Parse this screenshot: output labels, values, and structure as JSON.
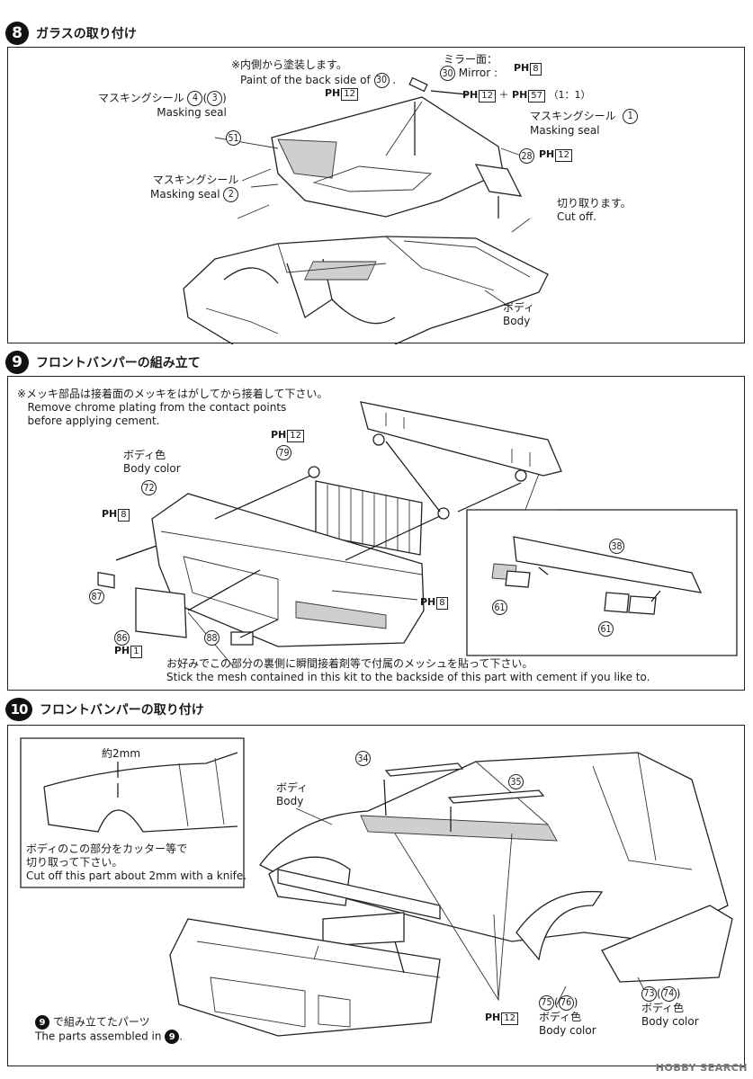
{
  "steps": {
    "s8": {
      "number": "8",
      "title": "ガラスの取り付け",
      "note_jp": "※内側から塗装します。",
      "note_en": "Paint of the back side of",
      "note_part": "30",
      "mirror_jp": "ミラー面：",
      "mirror_en": "Mirror :",
      "mirror_ph_num": "8",
      "ph_combo_a": "12",
      "ph_combo_b": "57",
      "ph_combo_ratio": "（1：1）",
      "part_30": "30",
      "ph_top": "12",
      "mask_left_jp": "マスキングシール",
      "mask_left_en": "Masking seal",
      "mask_left_a": "4",
      "mask_left_b": "3",
      "mask_right_jp": "マスキングシール",
      "mask_right_en": "Masking seal",
      "mask_right_n": "1",
      "part_51": "51",
      "mask_bottom_jp": "マスキングシール",
      "mask_bottom_en": "Masking seal",
      "mask_bottom_n": "2",
      "part_28": "28",
      "ph_28": "12",
      "cut_jp": "切り取ります。",
      "cut_en": "Cut off.",
      "body_jp": "ボディ",
      "body_en": "Body"
    },
    "s9": {
      "number": "9",
      "title": "フロントバンパーの組み立て",
      "note_jp": "※メッキ部品は接着面のメッキをはがしてから接着して下さい。",
      "note_en1": "Remove chrome plating from the contact points",
      "note_en2": "before applying cement.",
      "ph_79": "12",
      "part_79": "79",
      "bodycolor_jp": "ボディ色",
      "bodycolor_en": "Body color",
      "part_72": "72",
      "ph_left": "8",
      "part_87": "87",
      "part_86": "86",
      "ph_86": "1",
      "part_88": "88",
      "ph_right": "8",
      "part_38": "38",
      "part_61a": "61",
      "part_61b": "61",
      "mesh_jp": "お好みでこの部分の裏側に瞬間接着剤等で付属のメッシュを貼って下さい。",
      "mesh_en": "Stick the mesh contained in this kit to the backside of this part with cement if you like to."
    },
    "s10": {
      "number": "10",
      "title": "フロントバンパーの取り付け",
      "approx": "約2mm",
      "cut_jp1": "ボディのこの部分をカッター等で",
      "cut_jp2": "切り取って下さい。",
      "cut_en": "Cut off this part about 2mm with a knife.",
      "body_jp": "ボディ",
      "body_en": "Body",
      "part_34": "34",
      "part_35": "35",
      "ph_wipers": "12",
      "part_75": "75",
      "part_76": "76",
      "bc75_jp": "ボディ色",
      "bc75_en": "Body color",
      "part_73": "73",
      "part_74": "74",
      "bc73_jp": "ボディ色",
      "bc73_en": "Body color",
      "assembled_suffix_jp": "で組み立てたパーツ",
      "assembled_en": "The parts assembled in",
      "assembled_ref": "9"
    }
  },
  "ph_prefix": "PH",
  "watermark": "HOBBY SEARCH"
}
